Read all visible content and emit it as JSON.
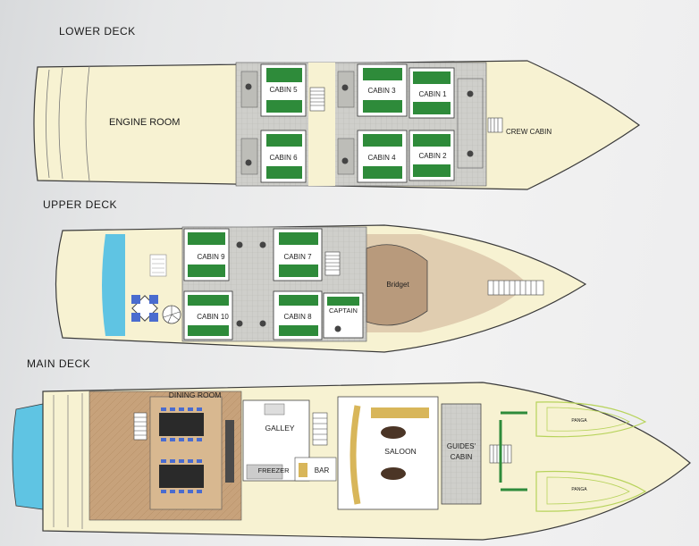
{
  "decks": {
    "lower": {
      "title": "LOWER DECK",
      "rooms": {
        "engine_room": "ENGINE ROOM",
        "cabin_5": "CABIN 5",
        "cabin_6": "CABIN 6",
        "cabin_3": "CABIN 3",
        "cabin_4": "CABIN 4",
        "cabin_1": "CABIN 1",
        "cabin_2": "CABIN 2",
        "crew_cabin": "CREW CABIN"
      }
    },
    "upper": {
      "title": "UPPER DECK",
      "rooms": {
        "cabin_9": "CABIN 9",
        "cabin_7": "CABIN 7",
        "cabin_10": "CABIN 10",
        "cabin_8": "CABIN 8",
        "captain": "CAPTAIN",
        "bridget": "Bridget"
      }
    },
    "main": {
      "title": "MAIN DECK",
      "rooms": {
        "dining_room": "DINING ROOM",
        "galley": "GALLEY",
        "freezer": "FREEZER",
        "bar": "BAR",
        "saloon": "SALOON",
        "guides_cabin_1": "GUIDES'",
        "guides_cabin_2": "CABIN",
        "panga_1": "PANGA",
        "panga_2": "PANGA"
      }
    }
  },
  "colors": {
    "hull": "#f7f2d2",
    "cabin_green": "#2e8b3a",
    "deck_brown": "#c9a57e",
    "bridge_brown": "#b89a7c",
    "corridor": "#d6d6cf",
    "pool_blue": "#5fc4e3",
    "outline": "#3a3a3a"
  },
  "icons": [
    "toilet-icon",
    "stairs-icon",
    "bed-icon",
    "table-icon",
    "sunbed-icon"
  ]
}
